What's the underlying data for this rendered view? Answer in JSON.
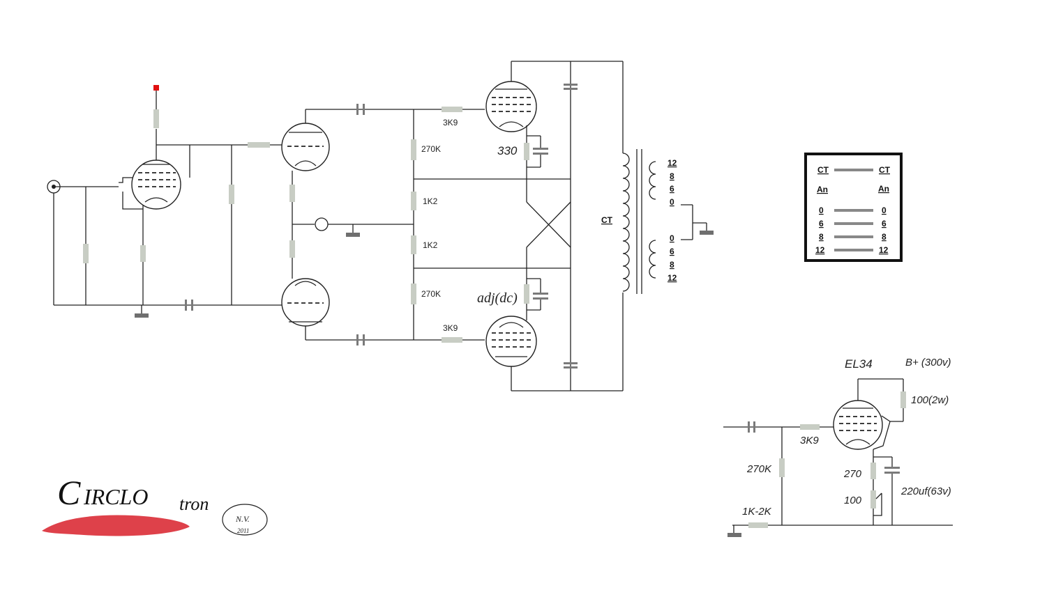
{
  "labels": {
    "r_3k9_top": "3K9",
    "r_3k9_bottom": "3K9",
    "r_270k_top": "270K",
    "r_270k_bottom": "270K",
    "r_1k2_top": "1K2",
    "r_1k2_bottom": "1K2",
    "r_330": "330",
    "adj_dc": "adj(dc)",
    "ct_transformer": "CT"
  },
  "transformer_taps": {
    "upper": [
      "12",
      "8",
      "6",
      "0"
    ],
    "lower": [
      "0",
      "6",
      "8",
      "12"
    ]
  },
  "legend_box": {
    "ct_left": "CT",
    "ct_right": "CT",
    "an_left": "An",
    "an_right": "An",
    "rows": [
      {
        "left": "0",
        "right": "0"
      },
      {
        "left": "6",
        "right": "6"
      },
      {
        "left": "8",
        "right": "8"
      },
      {
        "left": "12",
        "right": "12"
      }
    ]
  },
  "detail_circuit": {
    "tube": "EL34",
    "bplus": "B+ (300v)",
    "r_screen": "100(2w)",
    "r_grid": "3K9",
    "r_leak": "270K",
    "r_cathode": "270",
    "r_pot": "100",
    "c_cathode": "220uf(63v)",
    "r_ground": "1K-2K"
  },
  "logo": {
    "main": "CIRCLO",
    "suffix": "tron",
    "signature_line1": "N.V.",
    "signature_line2": "2011",
    "accent": "#d8202a"
  },
  "colors": {
    "wire": "#222222",
    "resistor": "#c8cdc4",
    "capacitor": "#7a7a7a",
    "signal_node": "#e01010"
  }
}
